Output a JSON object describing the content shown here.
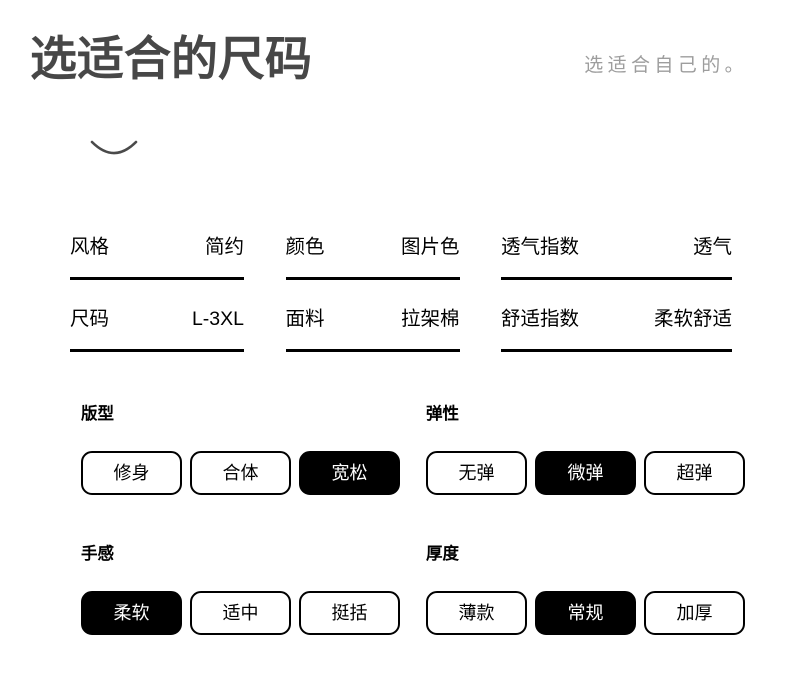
{
  "header": {
    "title": "选适合的尺码",
    "subtitle": "选适合自己的。",
    "title_color": "#474747",
    "subtitle_color": "#9d9d9d",
    "decor_icon": "smile-arc-icon"
  },
  "spec_table": {
    "columns": [
      {
        "rows": [
          {
            "key": "风格",
            "value": "简约"
          },
          {
            "key": "尺码",
            "value": "L-3XL"
          }
        ]
      },
      {
        "rows": [
          {
            "key": "颜色",
            "value": "图片色"
          },
          {
            "key": "面料",
            "value": "拉架棉"
          }
        ]
      },
      {
        "rows": [
          {
            "key": "透气指数",
            "value": "透气"
          },
          {
            "key": "舒适指数",
            "value": "柔软舒适"
          }
        ]
      }
    ]
  },
  "option_groups": [
    {
      "label": "版型",
      "options": [
        {
          "label": "修身",
          "selected": false
        },
        {
          "label": "合体",
          "selected": false
        },
        {
          "label": "宽松",
          "selected": true
        }
      ]
    },
    {
      "label": "弹性",
      "options": [
        {
          "label": "无弹",
          "selected": false
        },
        {
          "label": "微弹",
          "selected": true
        },
        {
          "label": "超弹",
          "selected": false
        }
      ]
    },
    {
      "label": "手感",
      "options": [
        {
          "label": "柔软",
          "selected": true
        },
        {
          "label": "适中",
          "selected": false
        },
        {
          "label": "挺括",
          "selected": false
        }
      ]
    },
    {
      "label": "厚度",
      "options": [
        {
          "label": "薄款",
          "selected": false
        },
        {
          "label": "常规",
          "selected": true
        },
        {
          "label": "加厚",
          "selected": false
        }
      ]
    }
  ],
  "colors": {
    "selected_bg": "#000000",
    "selected_fg": "#ffffff",
    "border": "#000000",
    "page_bg": "#ffffff"
  }
}
